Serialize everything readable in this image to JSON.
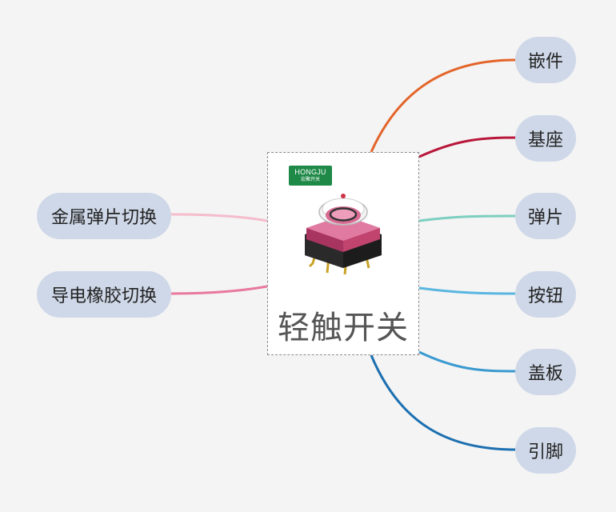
{
  "center": {
    "title": "轻触开关",
    "brand_en": "HONGJU",
    "brand_cn": "宏聚开关",
    "brand_color": "#1f8a48"
  },
  "right_branches": [
    {
      "label": "嵌件",
      "color": "#e3652a"
    },
    {
      "label": "基座",
      "color": "#b8163a"
    },
    {
      "label": "弹片",
      "color": "#7ccfc0"
    },
    {
      "label": "按钮",
      "color": "#5ab6e0"
    },
    {
      "label": "盖板",
      "color": "#3a9ad0"
    },
    {
      "label": "引脚",
      "color": "#1c6fb0"
    }
  ],
  "left_branches": [
    {
      "label": "金属弹片切换",
      "color": "#f4bccc"
    },
    {
      "label": "导电橡胶切换",
      "color": "#e8789c"
    }
  ]
}
